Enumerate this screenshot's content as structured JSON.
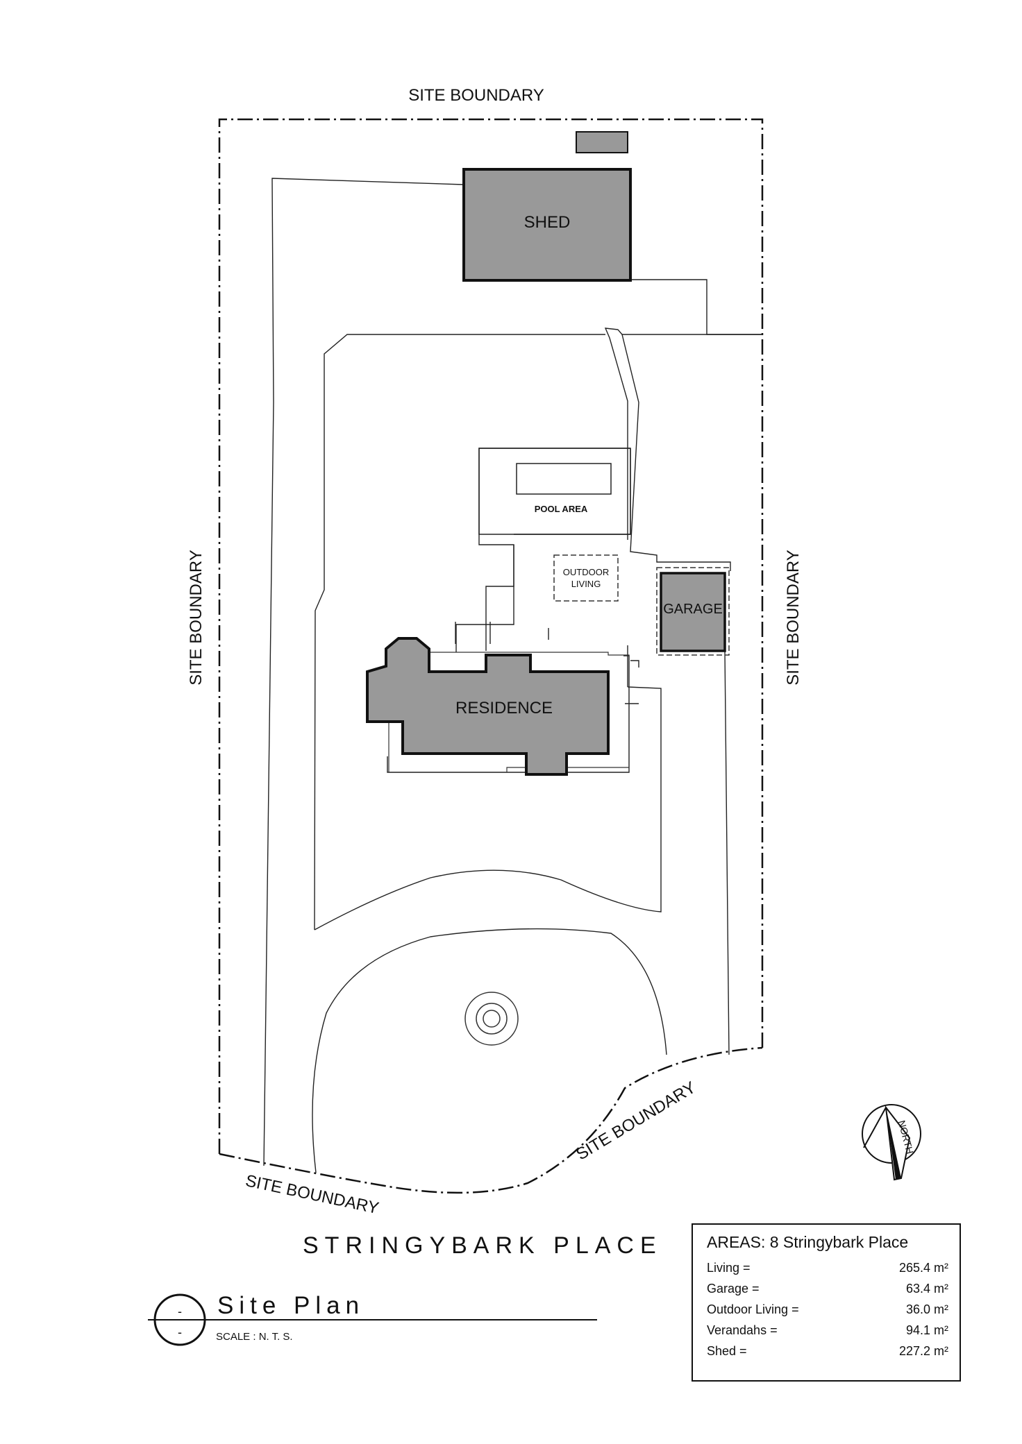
{
  "plan": {
    "labels": {
      "boundary_top": "SITE BOUNDARY",
      "boundary_left": "SITE BOUNDARY",
      "boundary_right": "SITE BOUNDARY",
      "boundary_bottom_left": "SITE BOUNDARY",
      "boundary_bottom_right": "SITE BOUNDARY",
      "shed": "SHED",
      "pool": "POOL AREA",
      "outdoor_line1": "OUTDOOR",
      "outdoor_line2": "LIVING",
      "garage": "GARAGE",
      "residence": "RESIDENCE",
      "north": "NORTH"
    },
    "colors": {
      "building_fill": "#999999",
      "line": "#111111"
    },
    "road_name": "STRINGYBARK PLACE",
    "drawing_title": "Site Plan",
    "scale": "SCALE : N. T. S.",
    "symbol_top": "-",
    "symbol_bottom": "-"
  },
  "areas": {
    "title": "AREAS:  8 Stringybark Place",
    "rows": [
      {
        "label": "Living =",
        "value": "265.4 m²"
      },
      {
        "label": "Garage =",
        "value": "63.4 m²"
      },
      {
        "label": "Outdoor Living =",
        "value": "36.0 m²"
      },
      {
        "label": "Verandahs =",
        "value": "94.1 m²"
      },
      {
        "label": "Shed =",
        "value": "227.2 m²"
      }
    ]
  }
}
